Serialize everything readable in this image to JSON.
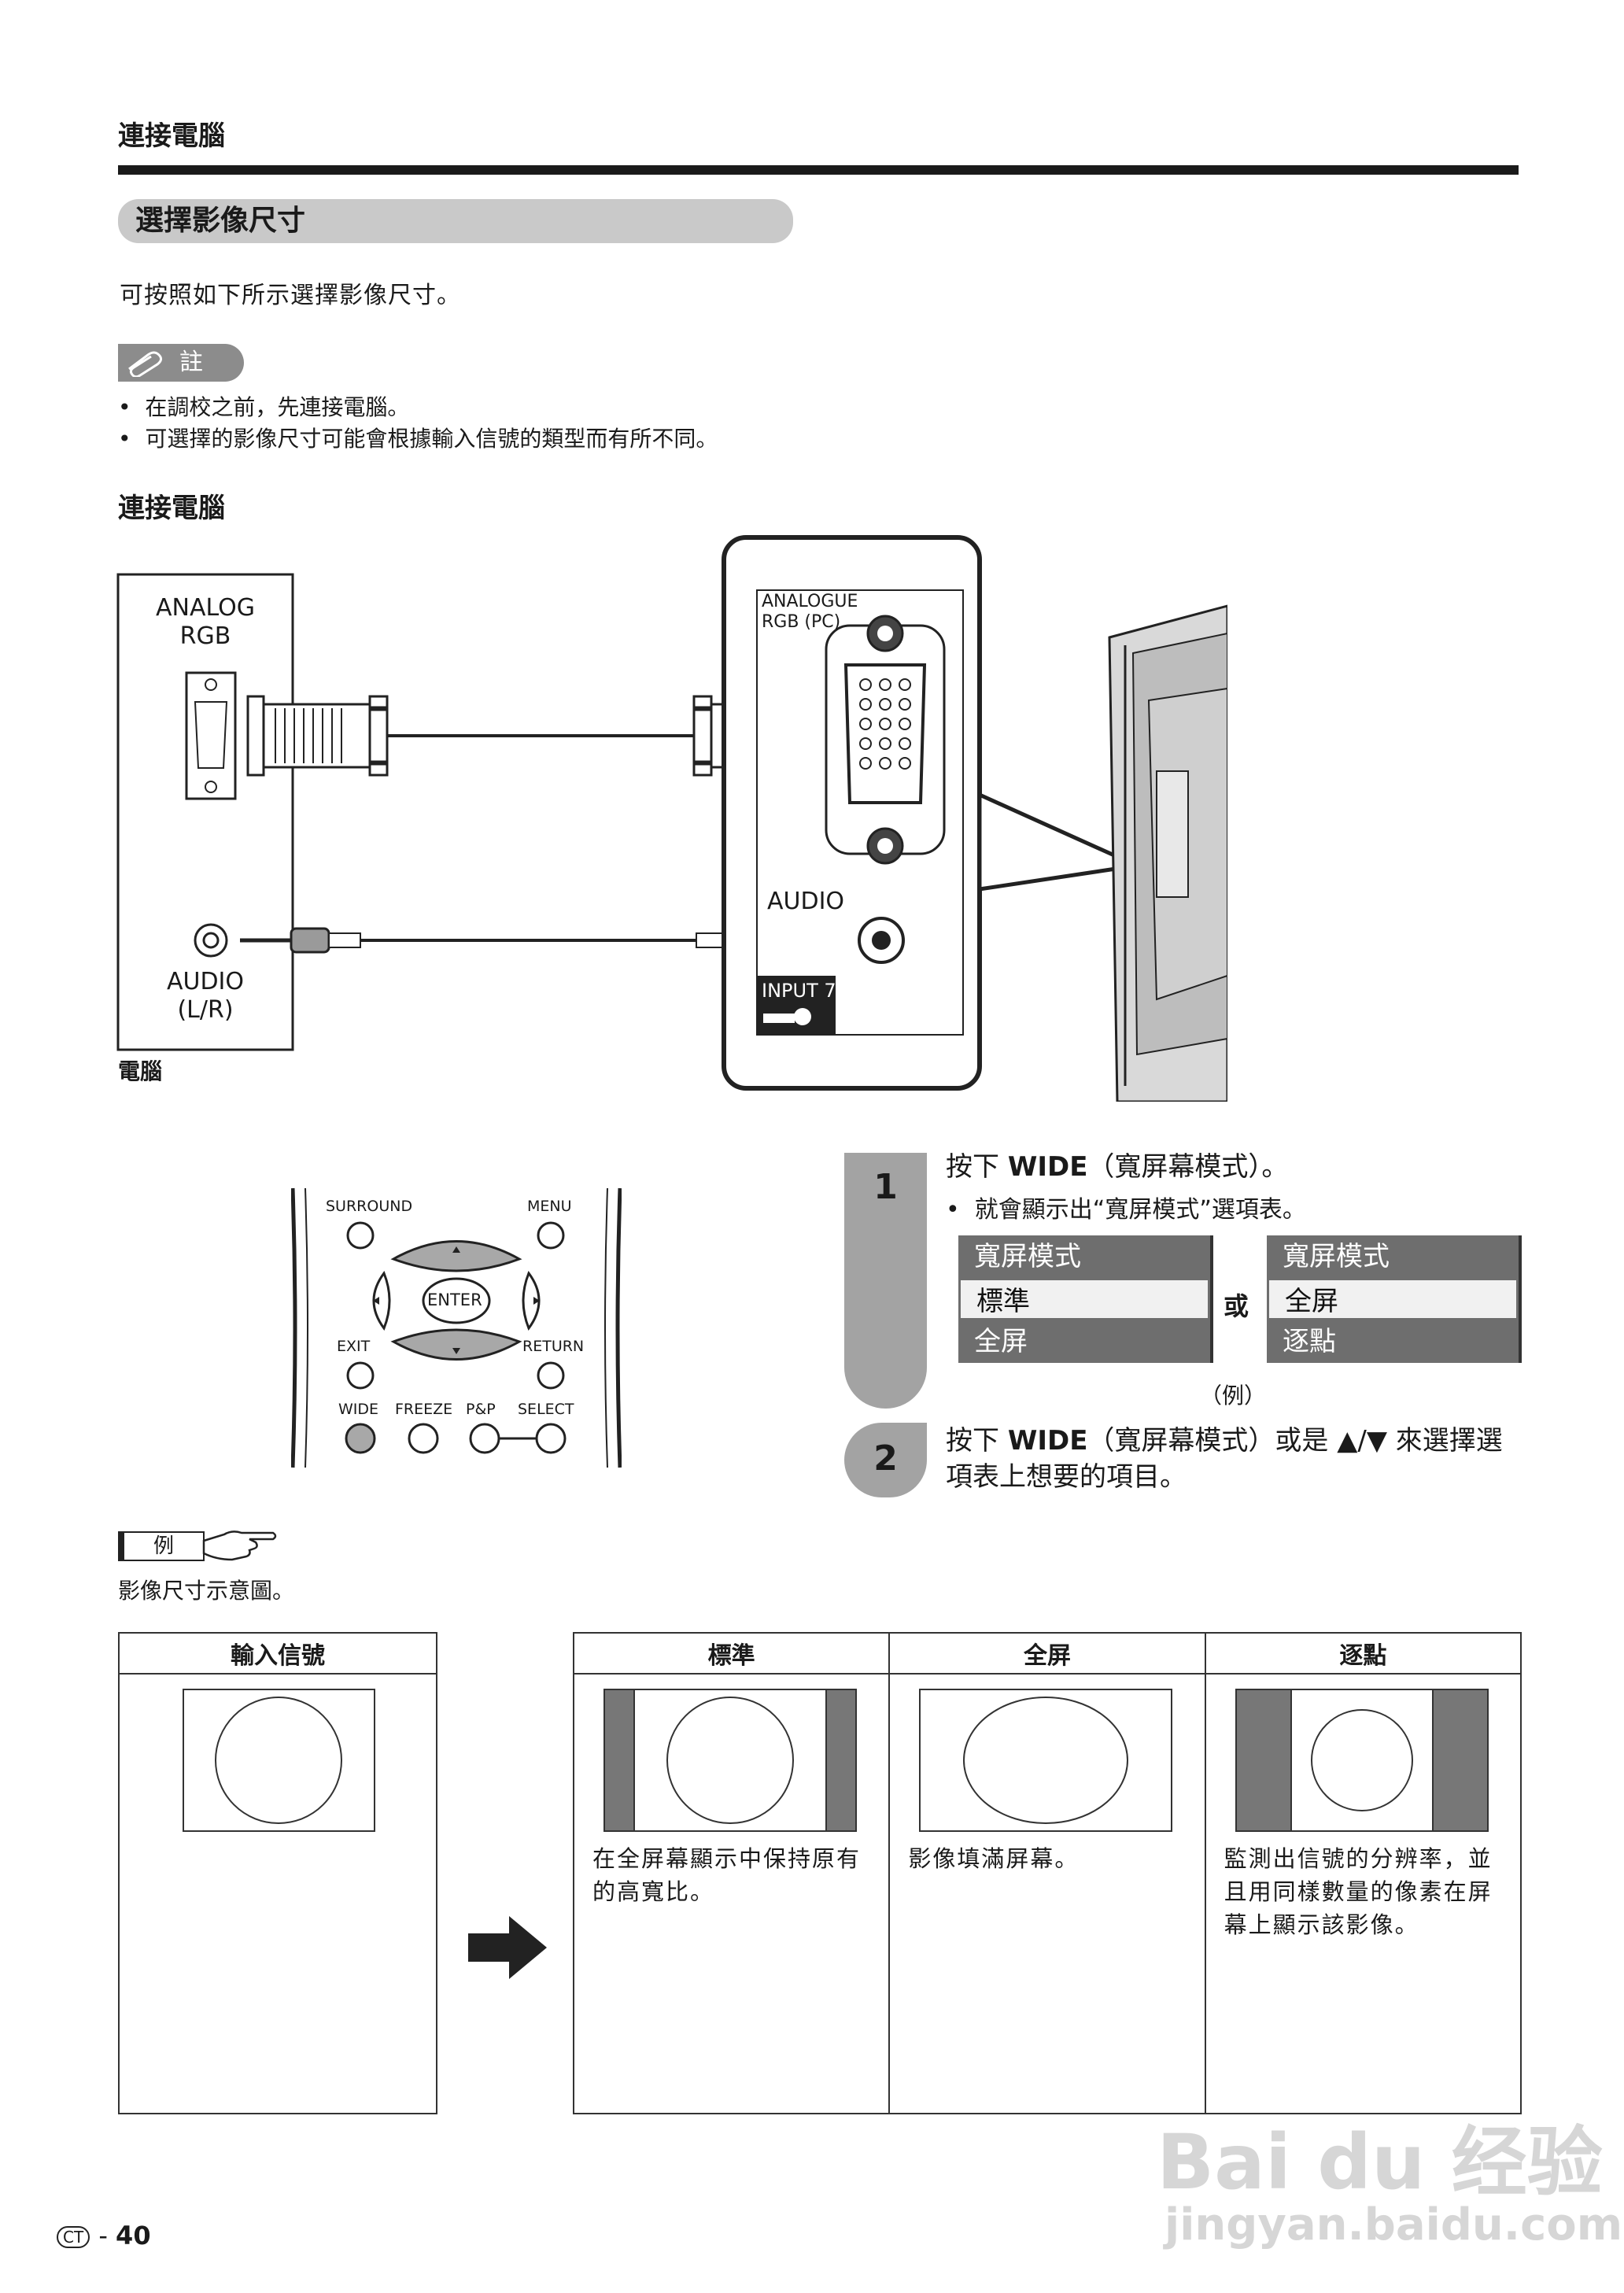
{
  "header": {
    "title": "連接電腦"
  },
  "section": {
    "title": "選擇影像尺寸",
    "intro": "可按照如下所示選擇影像尺寸。"
  },
  "note": {
    "label": "註",
    "items": [
      "在調校之前，先連接電腦。",
      "可選擇的影像尺寸可能會根據輸入信號的類型而有所不同。"
    ]
  },
  "connect": {
    "title": "連接電腦",
    "pc_label": "電腦",
    "pc_rgb_label": "ANALOG\nRGB",
    "pc_audio_label": "AUDIO\n(L/R)",
    "tv_rgb_label": "ANALOGUE\nRGB (PC)",
    "tv_audio_label": "AUDIO",
    "input_label": "INPUT 7",
    "input_num": "7"
  },
  "remote": {
    "surround": "SURROUND",
    "menu": "MENU",
    "enter": "ENTER",
    "exit": "EXIT",
    "return": "RETURN",
    "wide": "WIDE",
    "freeze": "FREEZE",
    "pap": "P&P",
    "select": "SELECT"
  },
  "steps": [
    {
      "num": "1",
      "text_pre": "按下 ",
      "text_key": "WIDE",
      "text_post": "（寬屏幕模式）。",
      "bullet": "就會顯示出“寬屏模式”選項表。"
    },
    {
      "num": "2",
      "text_pre": "按下 ",
      "text_key": "WIDE",
      "text_post": "（寬屏幕模式）或是 ▲/▼ 來選擇選項表上想要的項目。"
    }
  ],
  "menus": {
    "header": "寬屏模式",
    "left": [
      "標準",
      "全屏"
    ],
    "right": [
      "全屏",
      "逐點"
    ],
    "or": "或",
    "example": "（例）"
  },
  "example": {
    "tag": "例",
    "caption": "影像尺寸示意圖。"
  },
  "table": {
    "input_header": "輸入信號",
    "headers": [
      "標準",
      "全屏",
      "逐點"
    ],
    "descs": [
      "在全屏幕顯示中保持原有的高寬比。",
      "影像填滿屏幕。",
      "監測出信號的分辨率，並且用同樣數量的像素在屏幕上顯示該影像。"
    ]
  },
  "footer": {
    "lang": "CT",
    "page": "40"
  },
  "watermark": {
    "brand": "Bai du 经验",
    "url": "jingyan.baidu.com"
  }
}
